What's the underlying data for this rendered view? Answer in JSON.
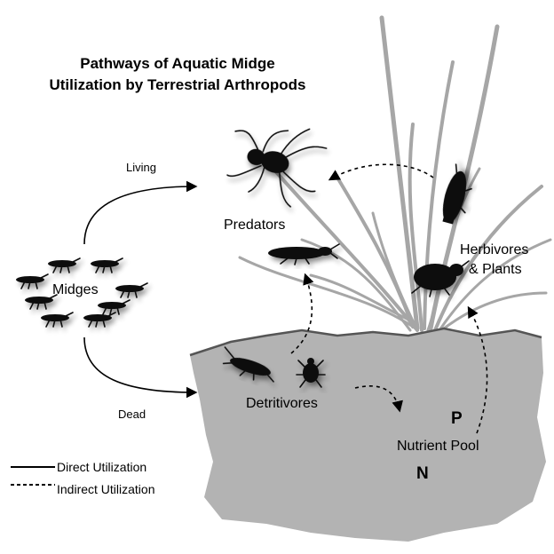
{
  "title": {
    "line1": "Pathways of  Aquatic Midge",
    "line2": "Utilization by Terrestrial Arthropods"
  },
  "labels": {
    "living": "Living",
    "dead": "Dead",
    "midges": "Midges",
    "predators": "Predators",
    "herbivores_line1": "Herbivores",
    "herbivores_line2": "& Plants",
    "detritivores": "Detritivores",
    "nutrient_pool": "Nutrient Pool",
    "p": "P",
    "n": "N"
  },
  "legend": {
    "direct": "Direct Utilization",
    "indirect": "Indirect Utilization"
  },
  "colors": {
    "soil": "#b3b3b3",
    "grass": "#a6a6a6",
    "organisms": "#111111",
    "arrows": "#000000"
  },
  "icons": [
    "midge-icon",
    "spider-icon",
    "beetle-icon",
    "weevil-icon",
    "springtail-icon",
    "mite-icon"
  ]
}
